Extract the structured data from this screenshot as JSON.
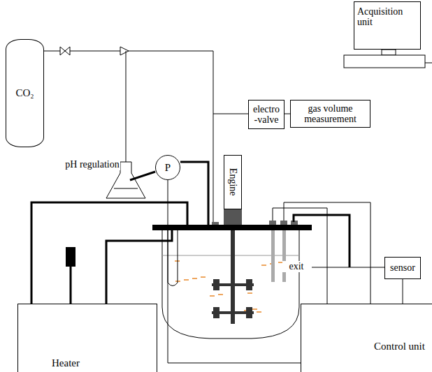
{
  "diagram": {
    "nodes": [
      {
        "text": [
          "Acquisition unit"
        ]
      },
      {
        "text": [
          "CO₂"
        ]
      },
      {
        "text": [
          "electro -valve"
        ]
      },
      {
        "text": [
          "gas volume measurement"
        ]
      },
      {
        "text": [
          "P"
        ]
      },
      {
        "text": [
          "Engine"
        ]
      },
      {
        "text": [
          "sensor"
        ]
      },
      {
        "text": [
          "Heater"
        ]
      },
      {
        "text": [
          "Control unit"
        ]
      }
    ],
    "edges": [
      {
        "from": 2,
        "to": 3,
        "arrow": "none"
      },
      {
        "from": 6,
        "to": 8,
        "arrow": "none"
      },
      {
        "from": 4,
        "to": 8,
        "arrow": "none"
      }
    ],
    "labels": [
      "pH regulation",
      "exit"
    ]
  }
}
